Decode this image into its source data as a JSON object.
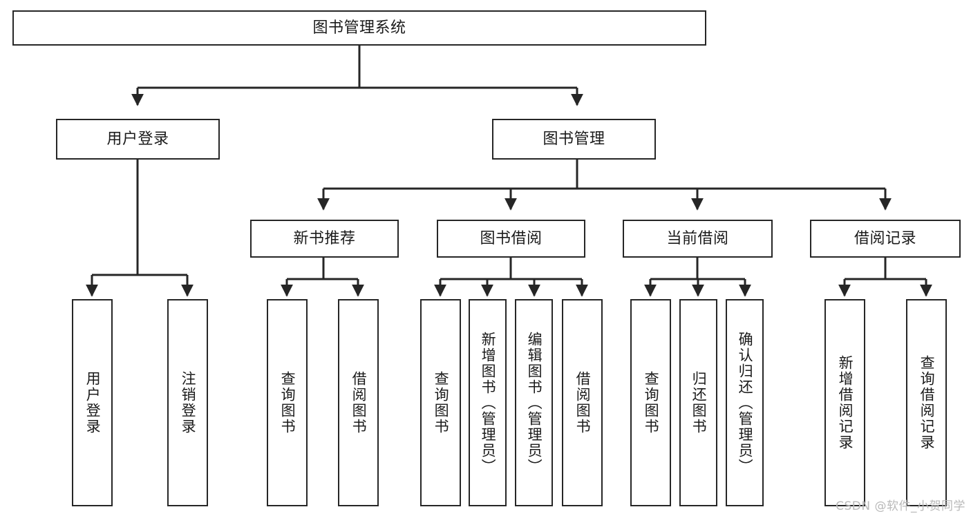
{
  "diagram": {
    "title": "图书管理系统",
    "type": "tree-hierarchy-diagram",
    "watermark": "CSDN @软件_小贺同学",
    "colors": {
      "box_border": "#262626",
      "box_fill": "#ffffff",
      "connector": "#262626",
      "text": "#1a1a1a",
      "watermark": "#b9b9b9",
      "background": "#ffffff"
    },
    "root": {
      "label": "图书管理系统",
      "orientation": "horizontal"
    },
    "level1": [
      {
        "label": "用户登录",
        "orientation": "horizontal"
      },
      {
        "label": "图书管理",
        "orientation": "horizontal"
      }
    ],
    "level2": [
      {
        "label": "新书推荐",
        "orientation": "horizontal"
      },
      {
        "label": "图书借阅",
        "orientation": "horizontal"
      },
      {
        "label": "当前借阅",
        "orientation": "horizontal"
      },
      {
        "label": "借阅记录",
        "orientation": "horizontal"
      }
    ],
    "leaves": {
      "user_login": [
        {
          "label": "用户登录",
          "orientation": "vertical"
        },
        {
          "label": "注销登录",
          "orientation": "vertical"
        }
      ],
      "new_book_recommend": [
        {
          "label": "查询图书",
          "orientation": "vertical"
        },
        {
          "label": "借阅图书",
          "orientation": "vertical"
        }
      ],
      "book_borrow": [
        {
          "label": "查询图书",
          "orientation": "vertical"
        },
        {
          "label": "新增图书（管理员）",
          "orientation": "vertical"
        },
        {
          "label": "编辑图书（管理员）",
          "orientation": "vertical"
        },
        {
          "label": "借阅图书",
          "orientation": "vertical"
        }
      ],
      "current_borrow": [
        {
          "label": "查询图书",
          "orientation": "vertical"
        },
        {
          "label": "归还图书",
          "orientation": "vertical"
        },
        {
          "label": "确认归还（管理员）",
          "orientation": "vertical"
        }
      ],
      "borrow_record": [
        {
          "label": "新增借阅记录",
          "orientation": "vertical"
        },
        {
          "label": "查询借阅记录",
          "orientation": "vertical"
        }
      ]
    }
  }
}
